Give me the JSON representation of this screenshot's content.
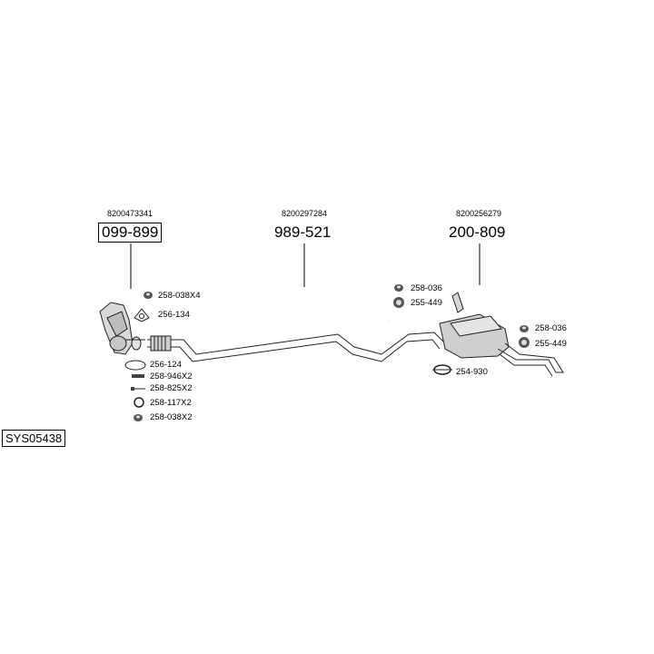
{
  "system_code": "SYS05438",
  "main_parts": [
    {
      "oem": "8200473341",
      "part": "099-899"
    },
    {
      "oem": "8200297284",
      "part": "989-521"
    },
    {
      "oem": "8200256279",
      "part": "200-809"
    }
  ],
  "accessories_left": [
    {
      "label": "258-038X4",
      "icon": "rubber-mount-icon"
    },
    {
      "label": "256-134",
      "icon": "flange-gasket-icon"
    },
    {
      "label": "256-124",
      "icon": "oval-gasket-icon"
    },
    {
      "label": "258-946X2",
      "icon": "stud-bolt-icon"
    },
    {
      "label": "258-825X2",
      "icon": "bolt-icon"
    },
    {
      "label": "258-117X2",
      "icon": "ring-icon"
    },
    {
      "label": "258-038X2",
      "icon": "rubber-mount-icon"
    }
  ],
  "accessories_mid": [
    {
      "label": "258-036",
      "icon": "rubber-mount-icon"
    },
    {
      "label": "255-449",
      "icon": "hanger-ring-icon"
    }
  ],
  "accessories_right": [
    {
      "label": "258-036",
      "icon": "rubber-mount-icon"
    },
    {
      "label": "255-449",
      "icon": "hanger-ring-icon"
    },
    {
      "label": "254-930",
      "icon": "pipe-clamp-icon"
    }
  ]
}
